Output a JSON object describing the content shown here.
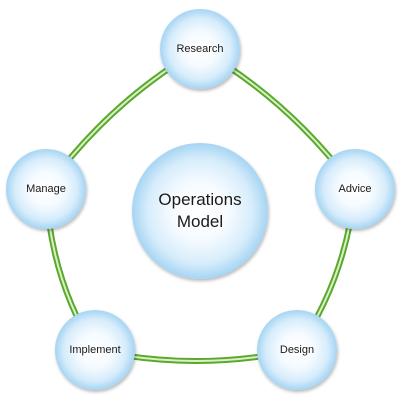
{
  "diagram": {
    "center": {
      "label": "Operations Model"
    },
    "nodes": [
      {
        "id": "research",
        "label": "Research"
      },
      {
        "id": "advice",
        "label": "Advice"
      },
      {
        "id": "design",
        "label": "Design"
      },
      {
        "id": "implement",
        "label": "Implement"
      },
      {
        "id": "manage",
        "label": "Manage"
      }
    ],
    "edges": [
      {
        "from": "research",
        "to": "advice"
      },
      {
        "from": "advice",
        "to": "design"
      },
      {
        "from": "design",
        "to": "implement"
      },
      {
        "from": "implement",
        "to": "manage"
      },
      {
        "from": "manage",
        "to": "research"
      }
    ],
    "colors": {
      "link_outer": "#5aa82e",
      "link_inner": "#d9efc4",
      "node_edge": "#2f8fd0",
      "node_glow": "#ffffff"
    }
  }
}
